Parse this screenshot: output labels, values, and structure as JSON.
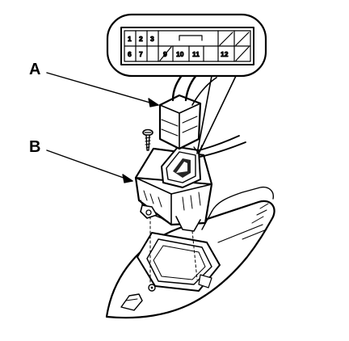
{
  "callouts": {
    "a": "A",
    "b": "B"
  },
  "connector_face": {
    "top_row": [
      "1",
      "2",
      "3"
    ],
    "bottom_row": [
      "6",
      "7",
      "9",
      "10",
      "11",
      "12"
    ]
  },
  "colors": {
    "ink": "#000000",
    "paper": "#ffffff"
  }
}
